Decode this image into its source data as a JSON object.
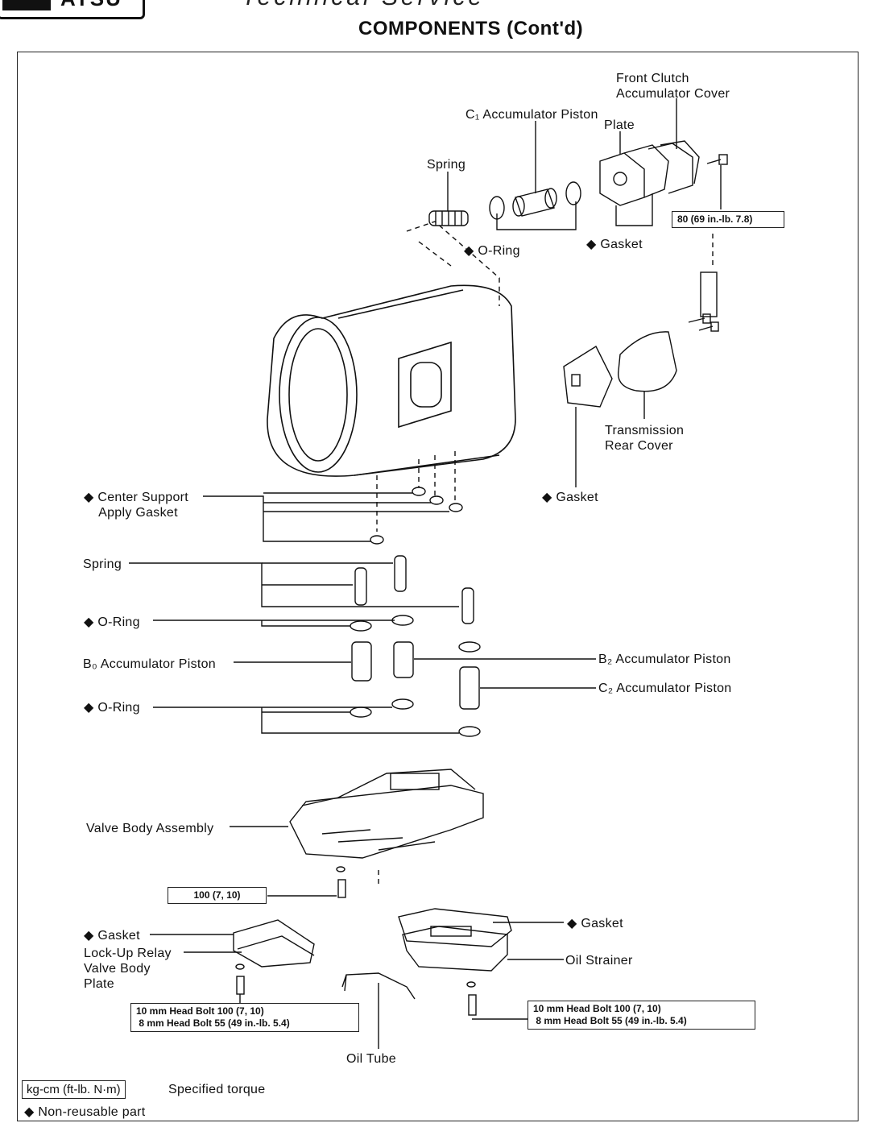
{
  "header": {
    "logo_text": "ATSU",
    "section_cut": "Technical Service",
    "title": "COMPONENTS (Cont'd)"
  },
  "labels": {
    "front_clutch_cover": "Front Clutch\nAccumulator Cover",
    "c1_piston": "C₁ Accumulator Piston",
    "plate_top": "Plate",
    "spring_top": "Spring",
    "oring_top": "◆ O-Ring",
    "gasket_top": "◆ Gasket",
    "transmission_rear_cover": "Transmission\nRear Cover",
    "gasket_mid": "◆ Gasket",
    "center_support": "◆ Center Support\n    Apply Gasket",
    "spring_mid": "Spring",
    "oring_1": "◆ O-Ring",
    "b0_piston": "B₀ Accumulator Piston",
    "b2_piston": "B₂ Accumulator Piston",
    "c2_piston": "C₂ Accumulator Piston",
    "oring_2": "◆ O-Ring",
    "valve_body": "Valve Body Assembly",
    "gasket_lower_left": "◆ Gasket",
    "lockup_plate": "Lock-Up Relay\nValve Body\nPlate",
    "gasket_lower_right": "◆ Gasket",
    "oil_strainer": "Oil Strainer",
    "oil_tube": "Oil Tube"
  },
  "torque": {
    "top_right": "80 (69 in.-lb. 7.8)",
    "valve_body": "100 (7, 10)",
    "head_bolts_left": "10 mm Head Bolt 100 (7, 10)\n 8 mm Head Bolt 55 (49 in.-lb. 5.4)",
    "head_bolts_right": "10 mm Head Bolt 100 (7, 10)\n 8 mm Head Bolt 55 (49 in.-lb. 5.4)"
  },
  "legend": {
    "unit_box": "kg-cm (ft-lb. N·m)",
    "unit_desc": "Specified torque",
    "non_reusable": "◆ Non-reusable part"
  }
}
